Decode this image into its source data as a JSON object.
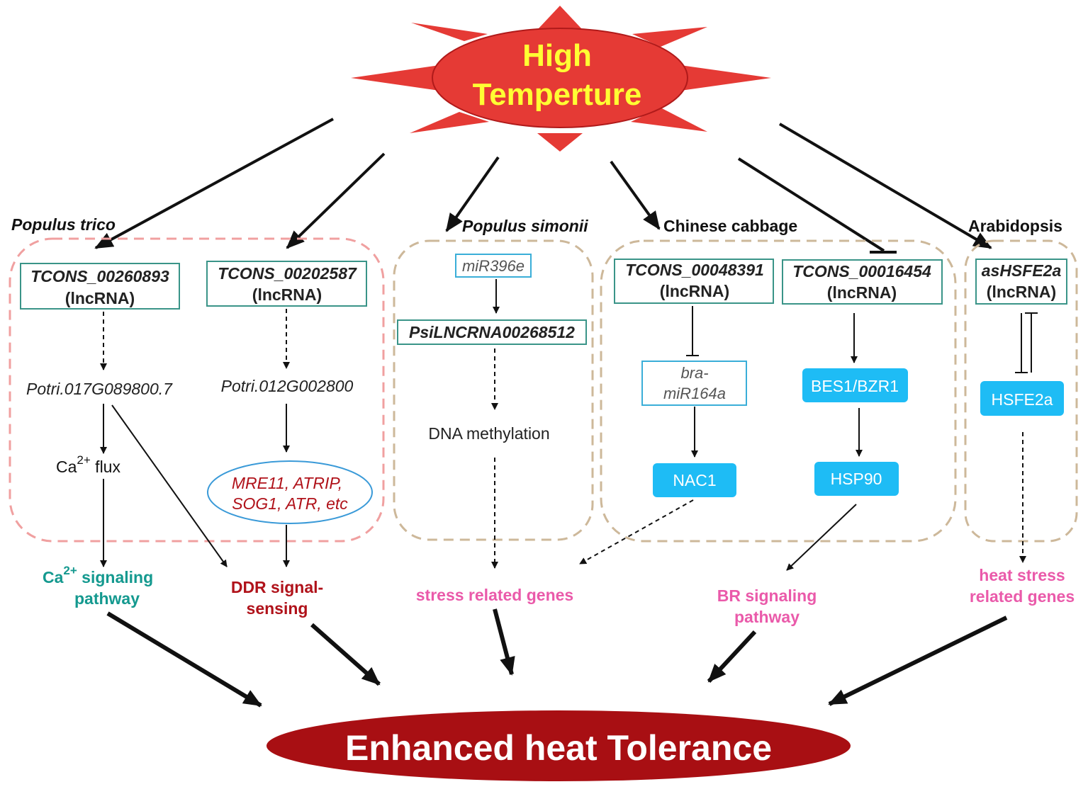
{
  "colors": {
    "sun_fill": "#e53a35",
    "sun_text": "#ffff33",
    "box_border": "#3a9488",
    "blue_fill": "#1ebcf5",
    "ca_teal": "#14998f",
    "ddr_red": "#b0121a",
    "pink": "#ea5aaa",
    "dark_red_ellipse": "#a80f13",
    "pink_dash": "#f0a0a0",
    "tan_dash": "#cdb89a"
  },
  "stimulus": {
    "line1": "High",
    "line2": "Temperture"
  },
  "outcome": {
    "label": "Enhanced heat Tolerance"
  },
  "species": {
    "populus_trico": "Populus trico",
    "populus_simonii": "Populus simonii",
    "chinese_cabbage": "Chinese cabbage",
    "arabidopsis": "Arabidopsis"
  },
  "nodes": {
    "tcons_260893": {
      "name": "TCONS_00260893",
      "type": "(lncRNA)"
    },
    "tcons_202587": {
      "name": "TCONS_00202587",
      "type": "(lncRNA)"
    },
    "mir396e": "miR396e",
    "psilncrna": "PsiLNCRNA00268512",
    "tcons_048391": {
      "name": "TCONS_00048391",
      "type": "(lncRNA)"
    },
    "tcons_016454": {
      "name": "TCONS_00016454",
      "type": "(lncRNA)"
    },
    "ashsfe2a": {
      "name": "asHSFE2a",
      "type": "(lncRNA)"
    },
    "potri_017": "Potri.017G089800.7",
    "potri_012": "Potri.012G002800",
    "ca_flux": {
      "pre": "Ca",
      "sup": "2+",
      "post": " flux"
    },
    "ddr_genes": {
      "line1": "MRE11, ATRIP,",
      "line2": "SOG1, ATR,  etc"
    },
    "dna_methylation": "DNA methylation",
    "bra_mir": {
      "line1": "bra-",
      "line2": "miR164a"
    },
    "nac1": "NAC1",
    "bes1": "BES1/BZR1",
    "hsp90": "HSP90",
    "hsfe2a": "HSFE2a"
  },
  "outputs": {
    "ca_pathway": {
      "pre": "Ca",
      "sup": "2+",
      "post": " signaling",
      "line2": "pathway"
    },
    "ddr": {
      "line1": "DDR signal-",
      "line2": "sensing"
    },
    "stress_genes": "stress related genes",
    "br": {
      "line1": "BR signaling",
      "line2": "pathway"
    },
    "heat_genes": {
      "line1": "heat stress",
      "line2": "related genes"
    }
  }
}
